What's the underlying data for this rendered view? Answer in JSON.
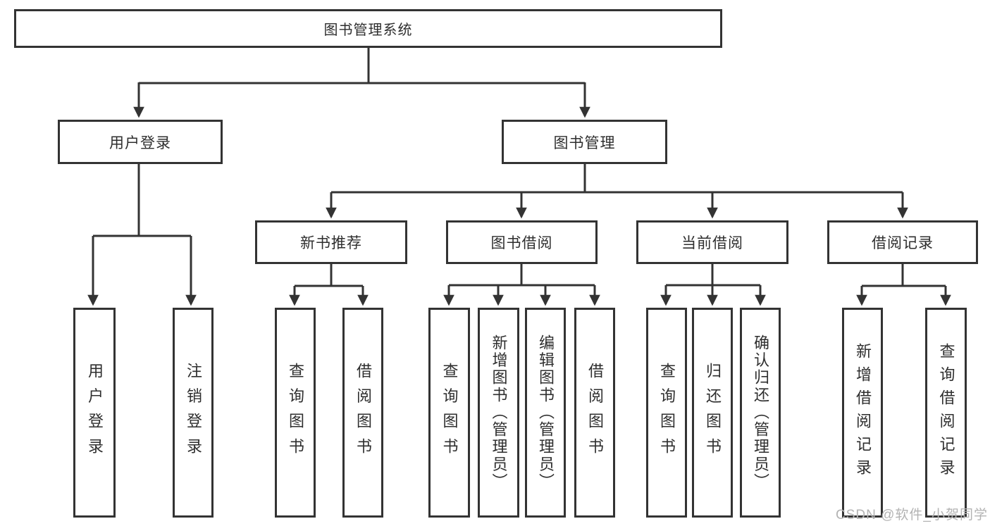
{
  "tree": {
    "root": {
      "label": "图书管理系统"
    },
    "level2": [
      {
        "label": "用户登录"
      },
      {
        "label": "图书管理"
      }
    ],
    "level3": [
      {
        "label": "新书推荐",
        "parent": "图书管理"
      },
      {
        "label": "图书借阅",
        "parent": "图书管理"
      },
      {
        "label": "当前借阅",
        "parent": "图书管理"
      },
      {
        "label": "借阅记录",
        "parent": "图书管理"
      }
    ],
    "leaves": [
      {
        "label": "用户登录",
        "parent": "用户登录"
      },
      {
        "label": "注销登录",
        "parent": "用户登录"
      },
      {
        "label": "查询图书",
        "parent": "新书推荐"
      },
      {
        "label": "借阅图书",
        "parent": "新书推荐"
      },
      {
        "label": "查询图书",
        "parent": "图书借阅"
      },
      {
        "label": "新增图书（管理员）",
        "parent": "图书借阅"
      },
      {
        "label": "编辑图书（管理员）",
        "parent": "图书借阅"
      },
      {
        "label": "借阅图书",
        "parent": "图书借阅"
      },
      {
        "label": "查询图书",
        "parent": "当前借阅"
      },
      {
        "label": "归还图书",
        "parent": "当前借阅"
      },
      {
        "label": "确认归还（管理员）",
        "parent": "当前借阅"
      },
      {
        "label": "新增借阅记录",
        "parent": "借阅记录"
      },
      {
        "label": "查询借阅记录",
        "parent": "借阅记录"
      }
    ]
  },
  "watermark": {
    "text": "CSDN @软件_小贺同学"
  },
  "colors": {
    "line": "#333333",
    "text": "#2e2e2e",
    "box_background": "#ffffff",
    "page_background": "#ffffff",
    "watermark": "#b3b3b3"
  }
}
